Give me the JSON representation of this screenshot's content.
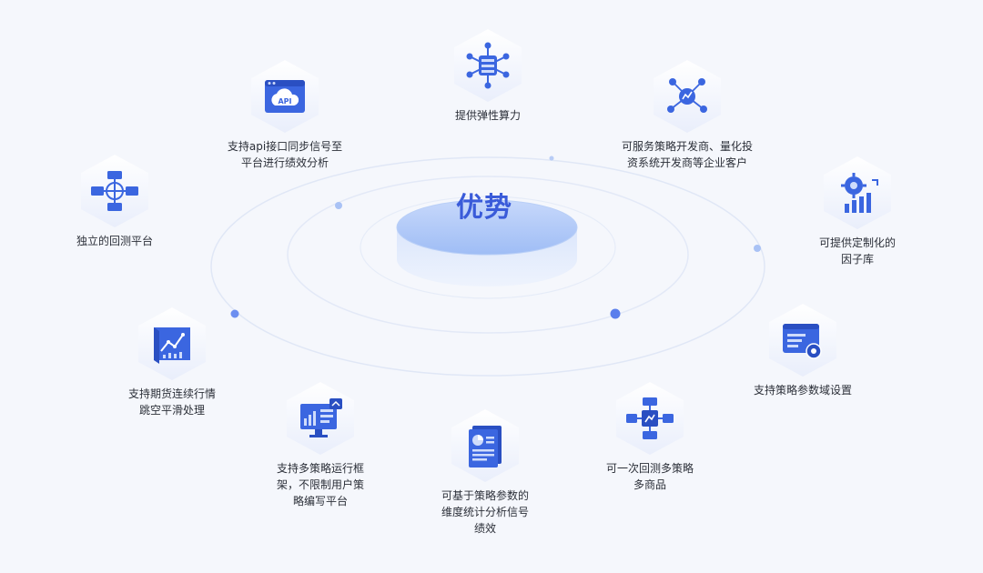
{
  "center": {
    "title": "优势"
  },
  "nodes": [
    {
      "id": "elastic",
      "icon": "server-network-icon",
      "label": "提供弹性算力"
    },
    {
      "id": "api",
      "icon": "api-cloud-icon",
      "label": "支持api接口同步信号至\n平台进行绩效分析"
    },
    {
      "id": "enterprise",
      "icon": "network-nodes-icon",
      "label": "可服务策略开发商、量化投\n资系统开发商等企业客户"
    },
    {
      "id": "independent",
      "icon": "hierarchy-icon",
      "label": "独立的回测平台"
    },
    {
      "id": "factor",
      "icon": "gear-chart-icon",
      "label": "可提供定制化的\n因子库"
    },
    {
      "id": "futures",
      "icon": "chart-map-icon",
      "label": "支持期货连续行情\n跳空平滑处理"
    },
    {
      "id": "paramdomain",
      "icon": "settings-window-icon",
      "label": "支持策略参数域设置"
    },
    {
      "id": "multistrategy",
      "icon": "monitor-dashboard-icon",
      "label": "支持多策略运行框\n架，不限制用户策\n略编写平台"
    },
    {
      "id": "paramstats",
      "icon": "report-document-icon",
      "label": "可基于策略参数的\n维度统计分析信号\n绩效"
    },
    {
      "id": "multiproduct",
      "icon": "multi-product-icon",
      "label": "可一次回测多策略\n多商品"
    }
  ],
  "colors": {
    "accent": "#3a5bd9",
    "icon_blue": "#3b66e0",
    "text": "#2b2f38"
  }
}
